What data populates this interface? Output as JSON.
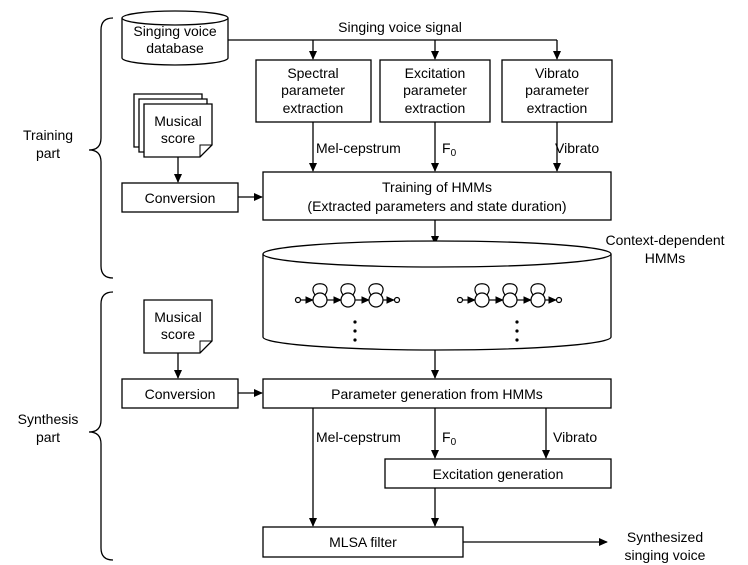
{
  "parts": {
    "training": [
      "Training",
      "part"
    ],
    "synthesis": [
      "Synthesis",
      "part"
    ]
  },
  "database": [
    "Singing voice",
    "database"
  ],
  "signal_label": "Singing voice signal",
  "extraction": {
    "spectral": [
      "Spectral",
      "parameter",
      "extraction"
    ],
    "excitation": [
      "Excitation",
      "parameter",
      "extraction"
    ],
    "vibrato": [
      "Vibrato",
      "parameter",
      "extraction"
    ]
  },
  "musical_score": [
    "Musical",
    "score"
  ],
  "conversion": "Conversion",
  "training_box": [
    "Training of HMMs",
    "(Extracted parameters and state duration)"
  ],
  "feature_labels": {
    "mel": "Mel-cepstrum",
    "f0_letter": "F",
    "f0_sub": "0",
    "vibrato": "Vibrato"
  },
  "hmm_store": [
    "Context-dependent",
    "HMMs"
  ],
  "param_gen": "Parameter generation from HMMs",
  "excitation_gen": "Excitation generation",
  "mlsa": "MLSA filter",
  "output": [
    "Synthesized",
    "singing voice"
  ]
}
